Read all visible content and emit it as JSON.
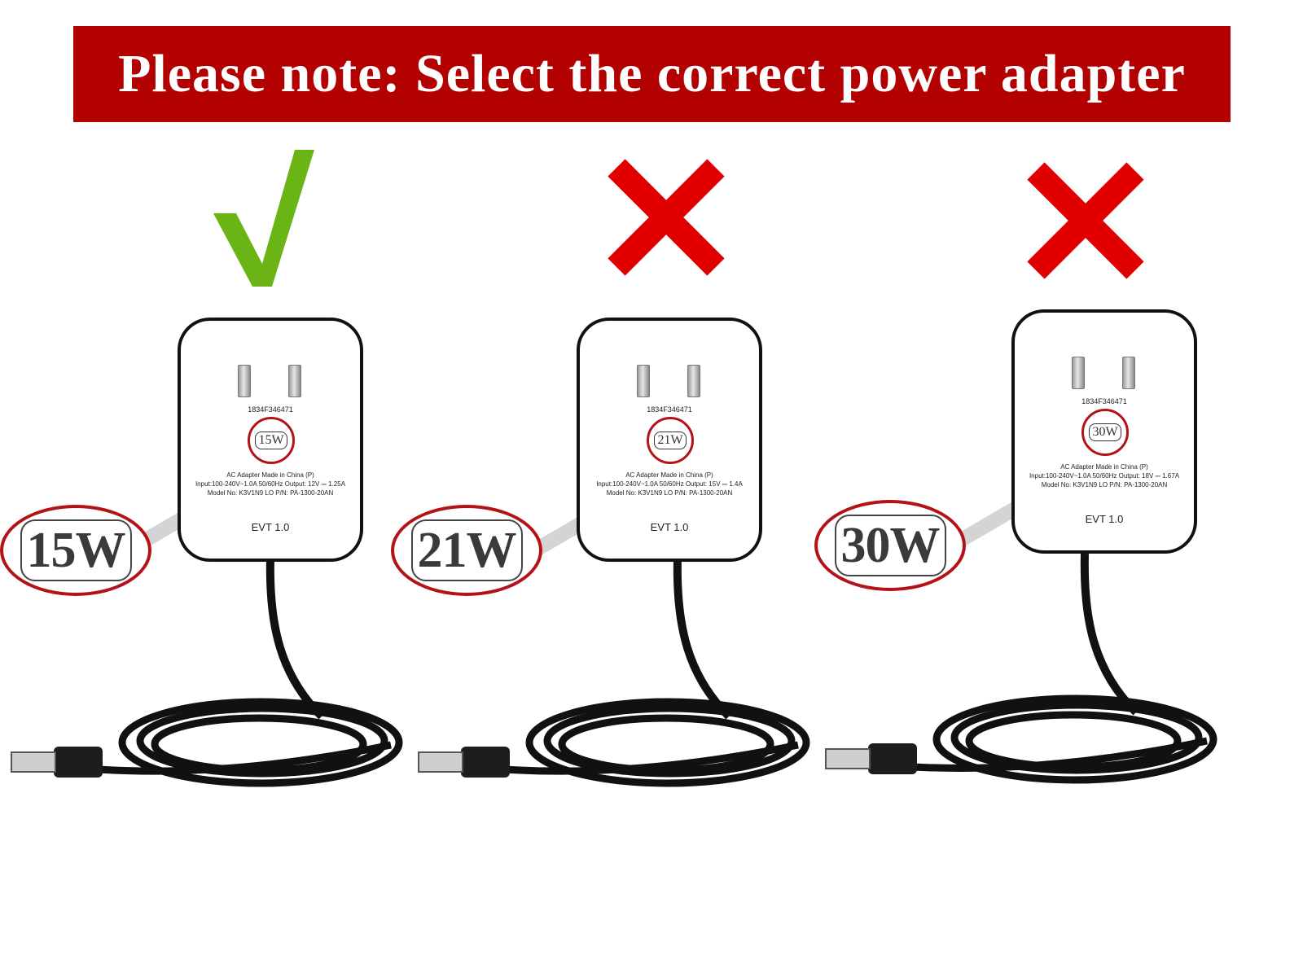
{
  "banner": {
    "text": "Please note: Select the correct power adapter"
  },
  "colors": {
    "banner": "#b30000",
    "check": "#6ab515",
    "cross": "#e00000",
    "circle": "#b31217",
    "cable": "#111111"
  },
  "adapters": [
    {
      "mark": "check-mark-icon",
      "serial": "1834F346471",
      "watt_label": "15W",
      "spec_line1": "AC Adapter Made in China (P)",
      "spec_line2": "Input:100-240V~1.0A   50/60Hz   Output: 12V ⎓ 1.25A",
      "spec_line3": "Model No: K3V1N9  LO P/N: PA-1300-20AN",
      "evt": "EVT 1.0",
      "callout": "15W"
    },
    {
      "mark": "cross-mark-icon",
      "serial": "1834F346471",
      "watt_label": "21W",
      "spec_line1": "AC Adapter Made in China (P)",
      "spec_line2": "Input:100-240V~1.0A   50/60Hz   Output: 15V ⎓ 1.4A",
      "spec_line3": "Model No: K3V1N9  LO P/N: PA-1300-20AN",
      "evt": "EVT 1.0",
      "callout": "21W"
    },
    {
      "mark": "cross-mark-icon",
      "serial": "1834F346471",
      "watt_label": "30W",
      "spec_line1": "AC Adapter Made in China (P)",
      "spec_line2": "Input:100-240V~1.0A   50/60Hz   Output: 18V ⎓ 1.67A",
      "spec_line3": "Model No: K3V1N9  LO P/N: PA-1300-20AN",
      "evt": "EVT 1.0",
      "callout": "30W"
    }
  ]
}
